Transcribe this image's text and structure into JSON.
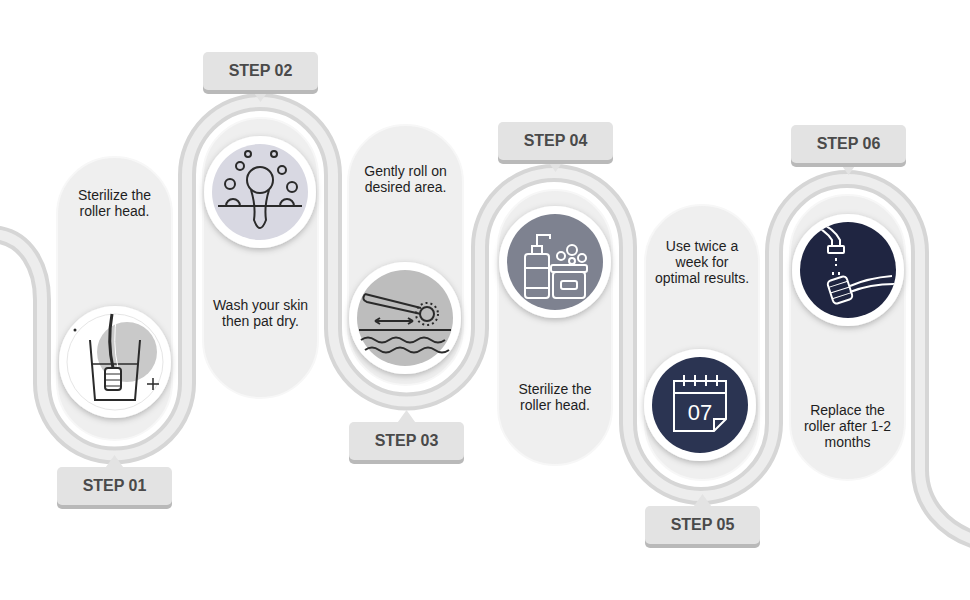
{
  "diagram": {
    "nodes": [
      {
        "text": [
          "Sterilize the roller head."
        ]
      },
      {
        "text": [
          "STEP 01"
        ]
      },
      {
        "text": [
          "STEP 02"
        ]
      },
      {
        "text": [
          "Wash your skin then pat dry."
        ]
      },
      {
        "text": [
          "Gently roll on desired area."
        ]
      },
      {
        "text": [
          "STEP 03"
        ]
      },
      {
        "text": [
          "STEP 04"
        ]
      },
      {
        "text": [
          "Sterilize the roller head."
        ]
      },
      {
        "text": [
          "Use twice a week for optimal results."
        ]
      },
      {
        "text": [
          "STEP 05"
        ]
      },
      {
        "text": [
          "STEP 06"
        ]
      },
      {
        "text": [
          "Replace the roller after 1-2 months"
        ]
      }
    ],
    "labels": [
      "07"
    ]
  }
}
